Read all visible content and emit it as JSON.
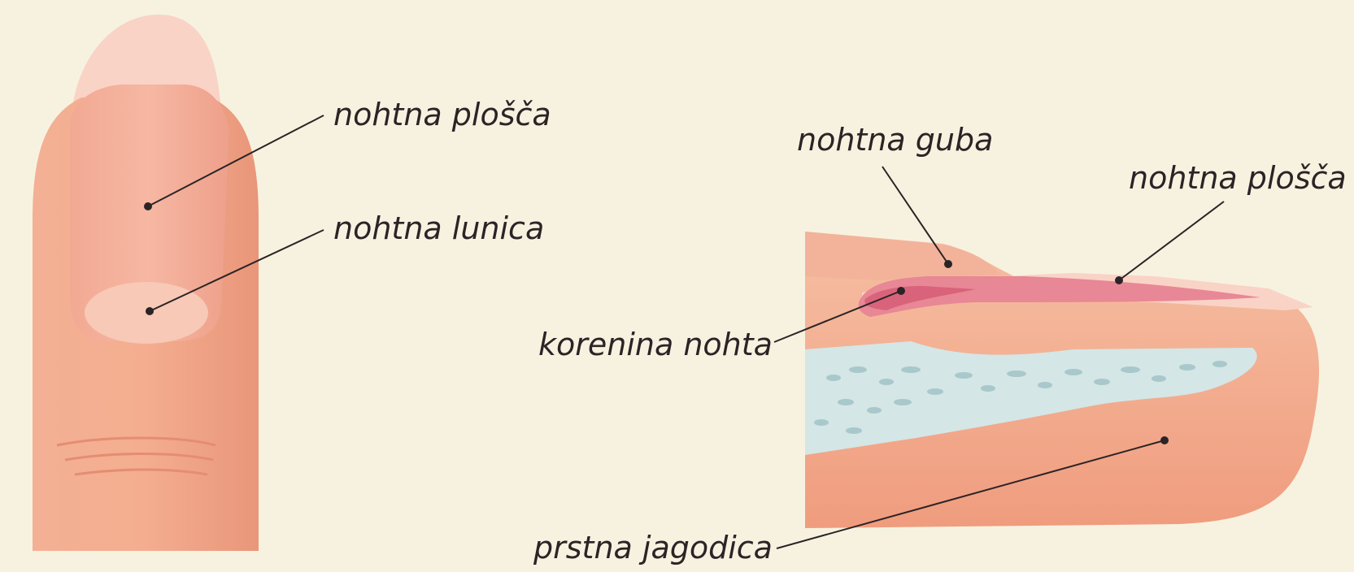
{
  "colors": {
    "background": "#f7f2e0",
    "skin": "#f0a586",
    "skin_light": "#f6c1a6",
    "nail_plate": "#f2a890",
    "nail_tip": "#f9d3c6",
    "lunula": "#f7c9b6",
    "nail_fold": "#e88795",
    "nail_root": "#d9637a",
    "bone": "#d4e6e6",
    "bone_spots": "#a9c8cb",
    "leader_lines": "#2b2426"
  },
  "front_view": {
    "labels": {
      "nail_plate": "nohtna plošča",
      "lunula": "nohtna lunica"
    }
  },
  "side_view": {
    "labels": {
      "nail_fold": "nohtna guba",
      "nail_plate": "nohtna plošča",
      "nail_root": "korenina nohta",
      "fingertip": "prstna jagodica"
    }
  }
}
